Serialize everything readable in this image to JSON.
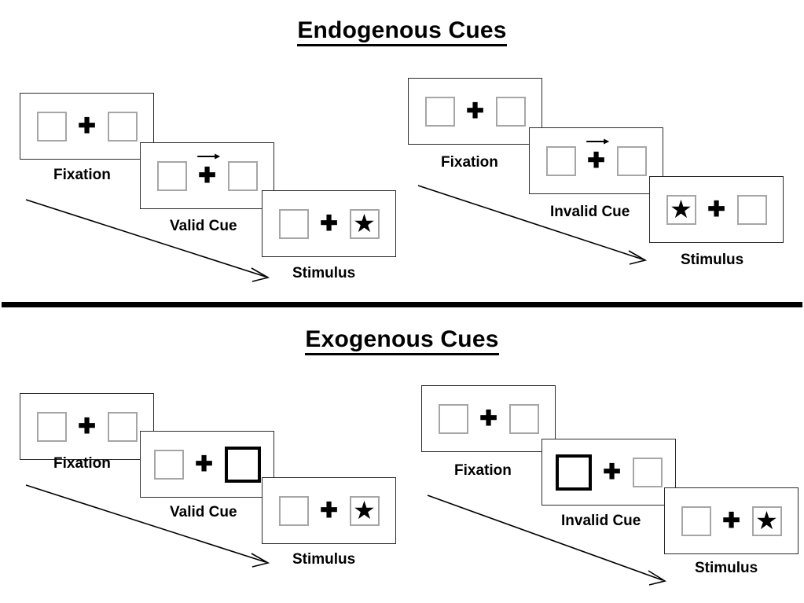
{
  "figure": {
    "sections": [
      {
        "id": "endogenous",
        "title": "Endogenous Cues",
        "sequences": [
          {
            "id": "endogenous-valid",
            "condition": "valid",
            "panels": [
              {
                "id": "endo-valid-fixation",
                "caption": "Fixation",
                "left_box": {
                  "cued": false,
                  "content": ""
                },
                "right_box": {
                  "cued": false,
                  "content": ""
                },
                "center": "plus",
                "arrow_cue": "none"
              },
              {
                "id": "endo-valid-cue",
                "caption": "Valid Cue",
                "left_box": {
                  "cued": false,
                  "content": ""
                },
                "right_box": {
                  "cued": false,
                  "content": ""
                },
                "center": "plus",
                "arrow_cue": "right"
              },
              {
                "id": "endo-valid-stimulus",
                "caption": "Stimulus",
                "left_box": {
                  "cued": false,
                  "content": ""
                },
                "right_box": {
                  "cued": false,
                  "content": "star"
                },
                "center": "plus",
                "arrow_cue": "none"
              }
            ]
          },
          {
            "id": "endogenous-invalid",
            "condition": "invalid",
            "panels": [
              {
                "id": "endo-invalid-fixation",
                "caption": "Fixation",
                "left_box": {
                  "cued": false,
                  "content": ""
                },
                "right_box": {
                  "cued": false,
                  "content": ""
                },
                "center": "plus",
                "arrow_cue": "none"
              },
              {
                "id": "endo-invalid-cue",
                "caption": "Invalid Cue",
                "left_box": {
                  "cued": false,
                  "content": ""
                },
                "right_box": {
                  "cued": false,
                  "content": ""
                },
                "center": "plus",
                "arrow_cue": "right"
              },
              {
                "id": "endo-invalid-stimulus",
                "caption": "Stimulus",
                "left_box": {
                  "cued": false,
                  "content": "star"
                },
                "right_box": {
                  "cued": false,
                  "content": ""
                },
                "center": "plus",
                "arrow_cue": "none"
              }
            ]
          }
        ]
      },
      {
        "id": "exogenous",
        "title": "Exogenous Cues",
        "sequences": [
          {
            "id": "exogenous-valid",
            "condition": "valid",
            "panels": [
              {
                "id": "exo-valid-fixation",
                "caption": "Fixation",
                "left_box": {
                  "cued": false,
                  "content": ""
                },
                "right_box": {
                  "cued": false,
                  "content": ""
                },
                "center": "plus",
                "arrow_cue": "none"
              },
              {
                "id": "exo-valid-cue",
                "caption": "Valid Cue",
                "left_box": {
                  "cued": false,
                  "content": ""
                },
                "right_box": {
                  "cued": true,
                  "content": ""
                },
                "center": "plus",
                "arrow_cue": "none"
              },
              {
                "id": "exo-valid-stimulus",
                "caption": "Stimulus",
                "left_box": {
                  "cued": false,
                  "content": ""
                },
                "right_box": {
                  "cued": false,
                  "content": "star"
                },
                "center": "plus",
                "arrow_cue": "none"
              }
            ]
          },
          {
            "id": "exogenous-invalid",
            "condition": "invalid",
            "panels": [
              {
                "id": "exo-invalid-fixation",
                "caption": "Fixation",
                "left_box": {
                  "cued": false,
                  "content": ""
                },
                "right_box": {
                  "cued": false,
                  "content": ""
                },
                "center": "plus",
                "arrow_cue": "none"
              },
              {
                "id": "exo-invalid-cue",
                "caption": "Invalid Cue",
                "left_box": {
                  "cued": true,
                  "content": ""
                },
                "right_box": {
                  "cued": false,
                  "content": ""
                },
                "center": "plus",
                "arrow_cue": "none"
              },
              {
                "id": "exo-invalid-stimulus",
                "caption": "Stimulus",
                "left_box": {
                  "cued": false,
                  "content": ""
                },
                "right_box": {
                  "cued": false,
                  "content": "star"
                },
                "center": "plus",
                "arrow_cue": "none"
              }
            ]
          }
        ]
      }
    ],
    "glyphs": {
      "fixation_plus": "✚",
      "star": "★"
    },
    "colors": {
      "ink": "#000000",
      "panel_border": "#2b2b2b",
      "box_border": "#a6a6a6",
      "cued_box_border": "#000000",
      "background": "#ffffff"
    }
  }
}
